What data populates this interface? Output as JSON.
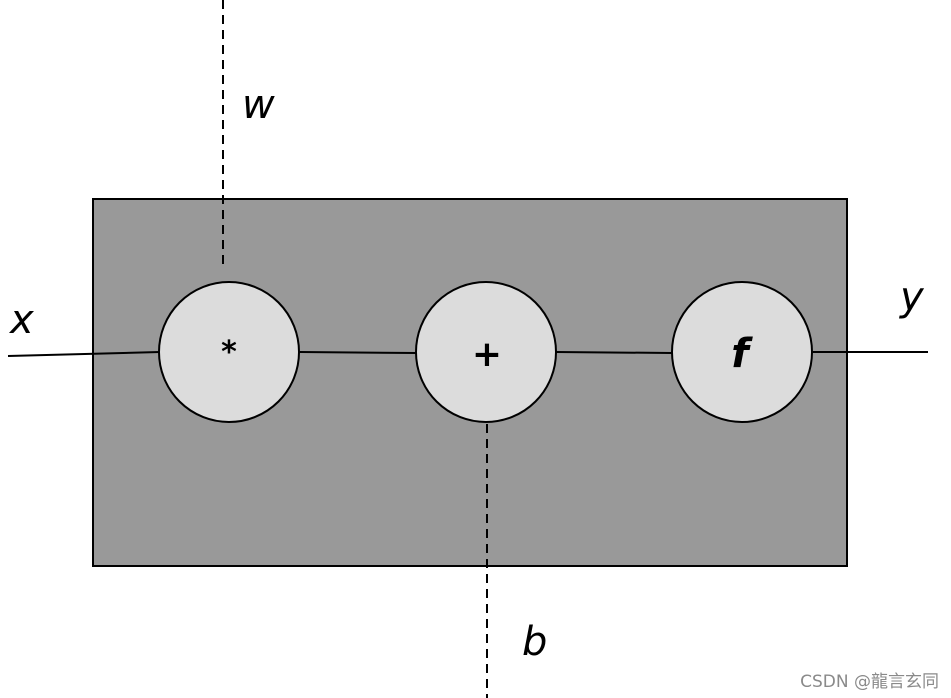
{
  "diagram": {
    "inputs": {
      "x": "x",
      "w": "w",
      "b": "b"
    },
    "output": {
      "y": "y"
    },
    "operators": [
      {
        "symbol": "*"
      },
      {
        "symbol": "+"
      },
      {
        "symbol": "f"
      }
    ],
    "colors": {
      "box_fill": "#999999",
      "node_fill": "#dcdcdc",
      "stroke": "#000000"
    }
  },
  "watermark": "CSDN @龍言玄同"
}
